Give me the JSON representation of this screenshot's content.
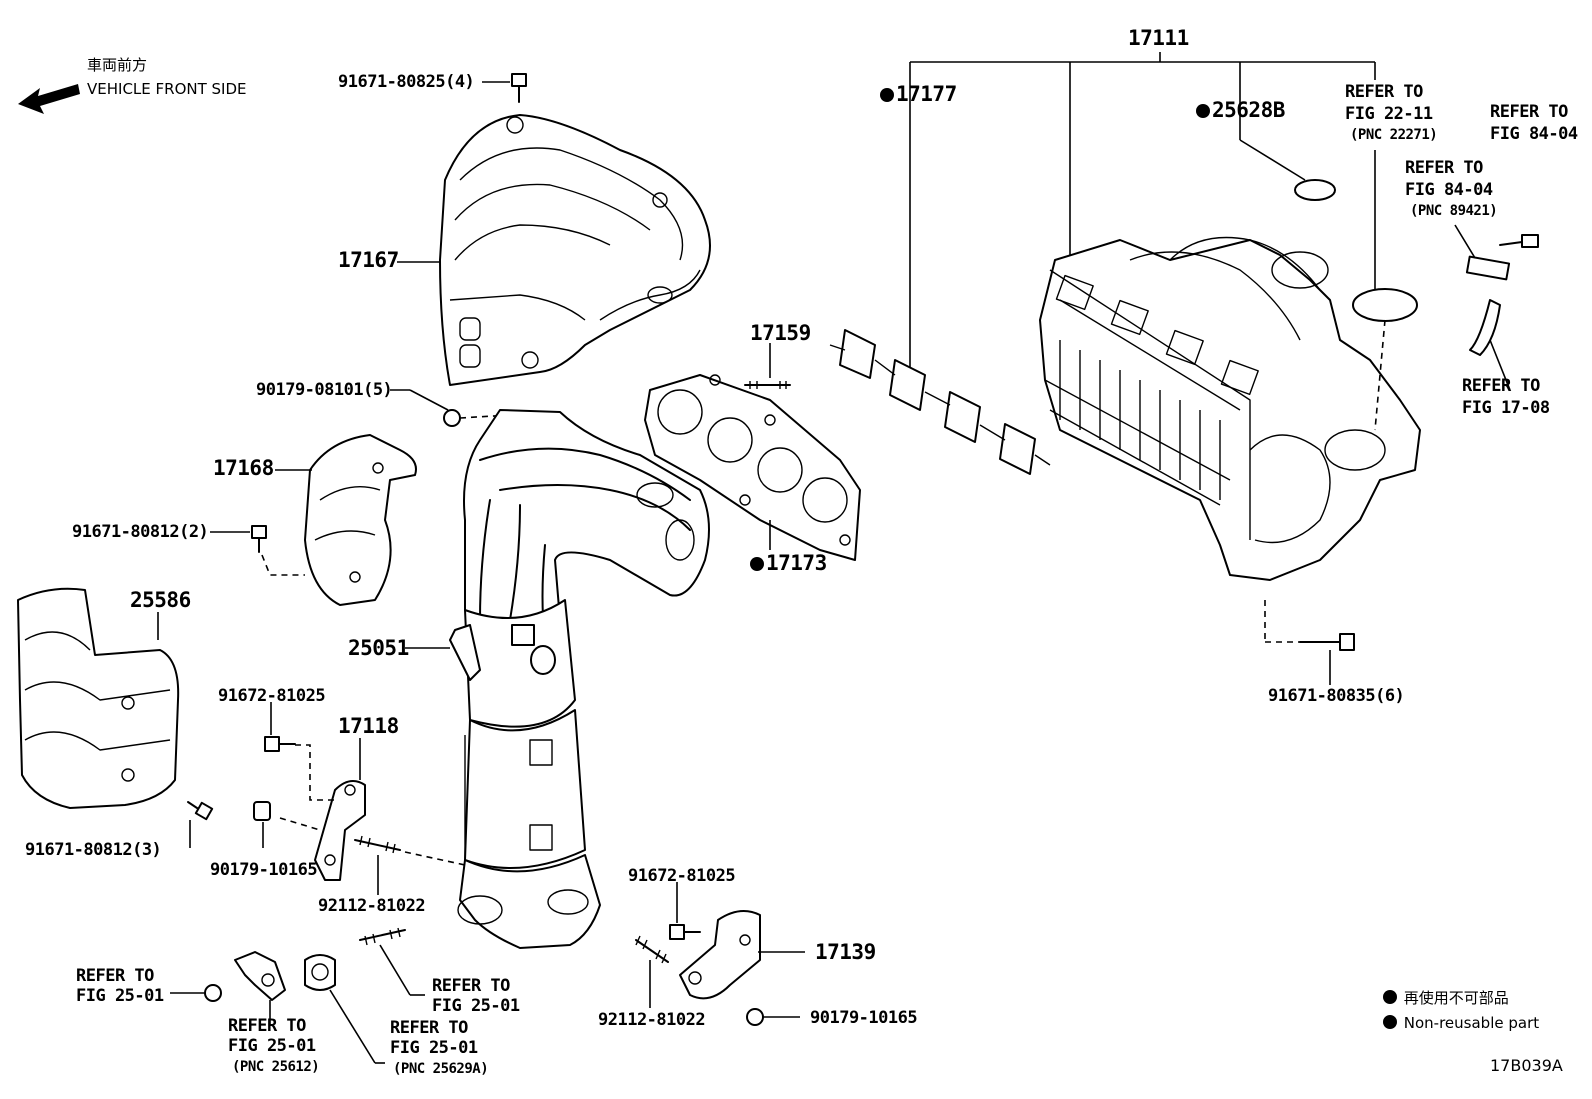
{
  "header": {
    "direction_jp": "車両前方",
    "direction_en": "VEHICLE FRONT SIDE"
  },
  "parts": {
    "p17111": "17111",
    "p17177": "17177",
    "p25628B": "25628B",
    "p17167": "17167",
    "p17159": "17159",
    "p17168": "17168",
    "p17173": "17173",
    "p25586": "25586",
    "p25051": "25051",
    "p17118": "17118",
    "p17139": "17139",
    "b91671_80825": "91671-80825(4)",
    "b90179_08101": "90179-08101(5)",
    "b91671_80812_2": "91671-80812(2)",
    "b91672_81025_a": "91672-81025",
    "b91671_80812_3": "91671-80812(3)",
    "b90179_10165_a": "90179-10165",
    "b92112_81022_a": "92112-81022",
    "b91672_81025_b": "91672-81025",
    "b92112_81022_b": "92112-81022",
    "b90179_10165_b": "90179-10165",
    "b91671_80835": "91671-80835(6)"
  },
  "refs": {
    "r22_11_a": "REFER TO",
    "r22_11_b": "FIG 22-11",
    "r22_11_c": "(PNC 22271)",
    "r84_04_a": "REFER TO",
    "r84_04_b": "FIG 84-04",
    "r84_04b_a": "REFER TO",
    "r84_04b_b": "FIG 84-04",
    "r84_04b_c": "(PNC 89421)",
    "r17_08_a": "REFER TO",
    "r17_08_b": "FIG 17-08",
    "r25_01_left_a": "REFER TO",
    "r25_01_left_b": "FIG 25-01",
    "r25_612_a": "REFER TO",
    "r25_612_b": "FIG 25-01",
    "r25_612_c": "(PNC 25612)",
    "r25_629_a": "REFER TO",
    "r25_629_b": "FIG 25-01",
    "r25_629_c": "(PNC 25629A)",
    "r25_01_mid_a": "REFER TO",
    "r25_01_mid_b": "FIG 25-01"
  },
  "legend": {
    "jp": "再使用不可部品",
    "en": "Non-reusable part"
  },
  "figure_code": "17B039A"
}
